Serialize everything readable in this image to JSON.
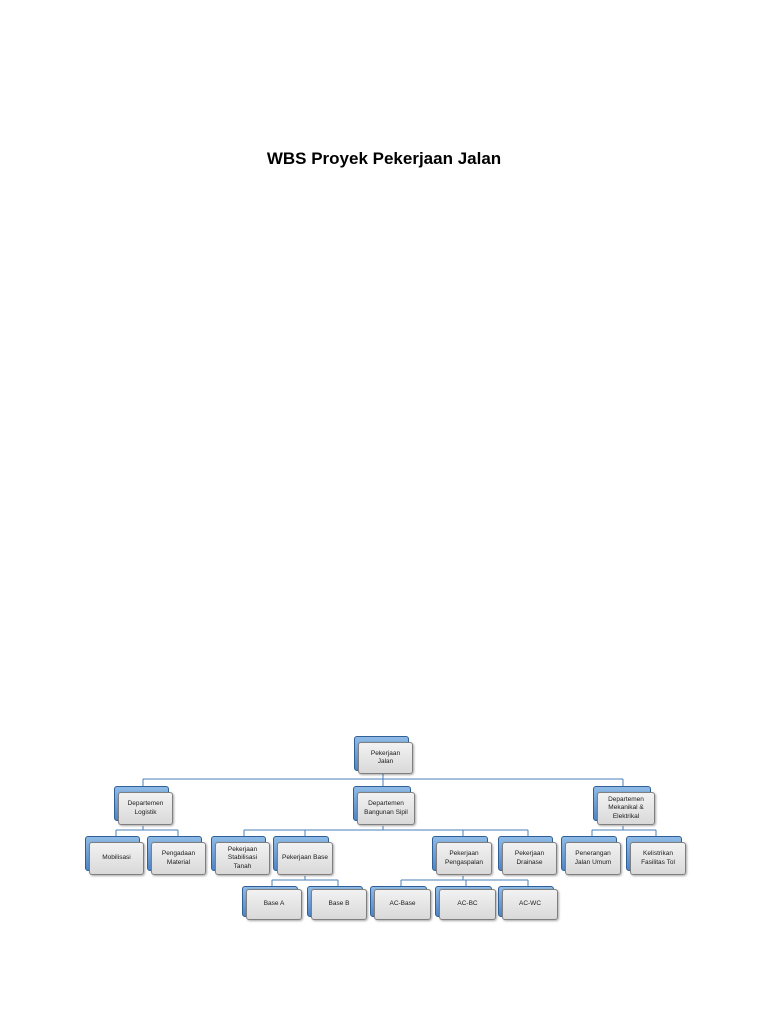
{
  "title": "WBS Proyek Pekerjaan Jalan",
  "nodes": {
    "root": "Pekerjaan\nJalan",
    "logistik": "Departemen\nLogistik",
    "sipil": "Departemen\nBangunan Sipil",
    "mekanikal": "Departemen\nMekanikal &\nElektrikal",
    "mobilisasi": "Mobilisasi",
    "pengadaan": "Pengadaan\nMaterial",
    "stabilisasi": "Pekerjaan\nStabilisasi\nTanah",
    "base": "Pekerjaan Base",
    "pengaspalan": "Pekerjaan\nPengaspalan",
    "drainase": "Pekerjaan\nDrainase",
    "penerangan": "Penerangan\nJalan Umum",
    "kelistrikan": "Kelistrikan\nFasilitas Tol",
    "base_a": "Base A",
    "base_b": "Base B",
    "ac_base": "AC-Base",
    "ac_bc": "AC-BC",
    "ac_wc": "AC-WC"
  }
}
